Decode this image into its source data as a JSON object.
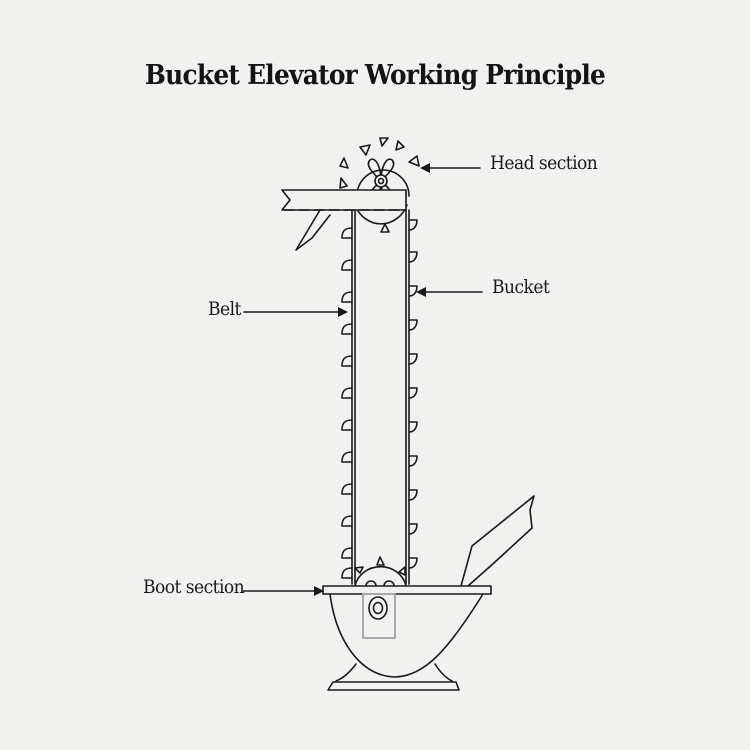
{
  "title": "Bucket Elevator Working Principle",
  "labels": {
    "head_section": "Head section",
    "bucket": "Bucket",
    "belt": "Belt",
    "boot_section": "Boot section"
  },
  "colors": {
    "background": "#f1f1f0",
    "stroke": "#1a1a1a",
    "bearing_box": "#a8a8a8"
  },
  "components": [
    "head-pulley",
    "discharge-chute",
    "belt",
    "buckets",
    "boot-pulley",
    "boot-housing",
    "feed-inlet-chute",
    "base"
  ]
}
